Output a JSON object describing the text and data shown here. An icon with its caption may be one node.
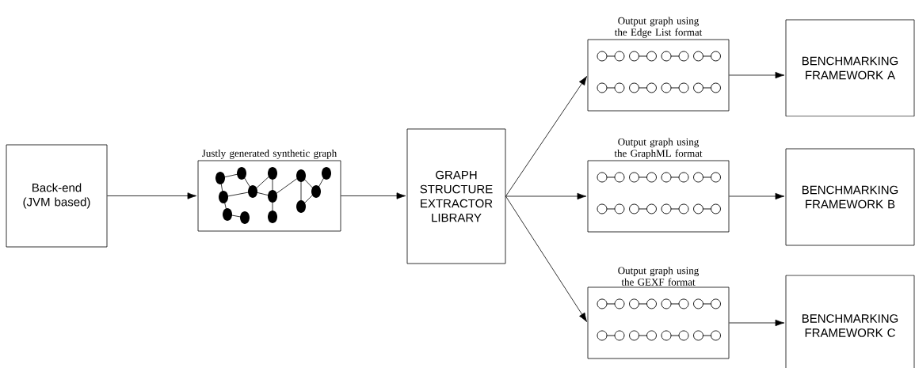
{
  "diagram": {
    "nodes": [
      {
        "text": [
          "Back-end (JVM based)"
        ]
      },
      {
        "text": [
          "Justly generated synthetic graph"
        ]
      },
      {
        "text": [
          "GRAPH STRUCTURE EXTRACTOR LIBRARY"
        ]
      },
      {
        "text": [
          "Output graph using the Edge List format"
        ]
      },
      {
        "text": [
          "Output graph using the GraphML format"
        ]
      },
      {
        "text": [
          "Output graph using the GEXF format"
        ]
      },
      {
        "text": [
          "BENCHMARKING FRAMEWORK A"
        ]
      },
      {
        "text": [
          "BENCHMARKING FRAMEWORK B"
        ]
      },
      {
        "text": [
          "BENCHMARKING FRAMEWORK C"
        ]
      }
    ],
    "edges": [
      {
        "from": 0,
        "to": 1,
        "arrow": "to"
      },
      {
        "from": 1,
        "to": 2,
        "arrow": "to"
      },
      {
        "from": 2,
        "to": 3,
        "arrow": "to"
      },
      {
        "from": 2,
        "to": 4,
        "arrow": "to"
      },
      {
        "from": 2,
        "to": 5,
        "arrow": "to"
      },
      {
        "from": 3,
        "to": 6,
        "arrow": "to"
      },
      {
        "from": 4,
        "to": 7,
        "arrow": "to"
      },
      {
        "from": 5,
        "to": 8,
        "arrow": "to"
      }
    ]
  }
}
